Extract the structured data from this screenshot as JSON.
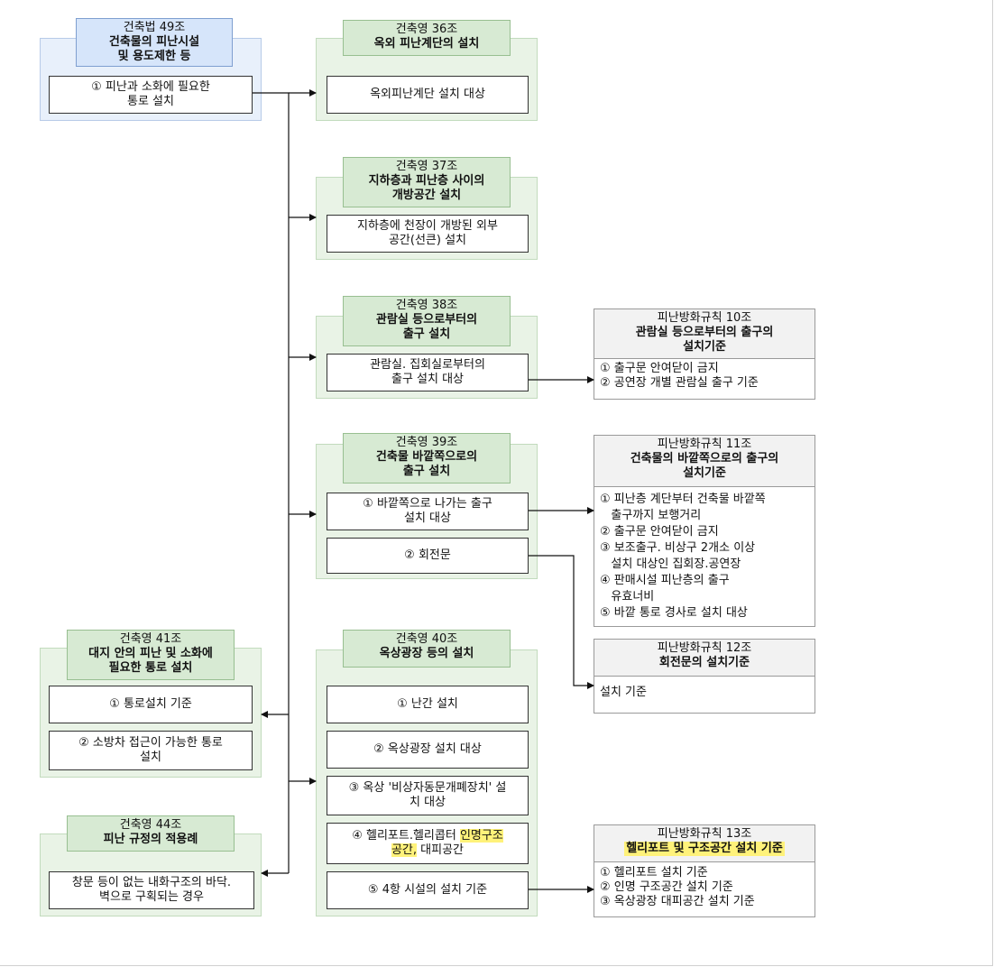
{
  "law49": {
    "ref": "건축법 49조",
    "title_lines": [
      "건축물의 피난시설",
      "및 용도제한 등"
    ],
    "item_lines": [
      "① 피난과 소화에 필요한",
      "통로 설치"
    ]
  },
  "dec36": {
    "ref": "건축영 36조",
    "title_lines": [
      "옥외 피난계단의 설치"
    ],
    "items": [
      [
        "옥외피난계단 설치 대상"
      ]
    ]
  },
  "dec37": {
    "ref": "건축영 37조",
    "title_lines": [
      "지하층과 피난층 사이의",
      "개방공간 설치"
    ],
    "items": [
      [
        "지하층에 천장이 개방된 외부",
        "공간(선큰) 설치"
      ]
    ]
  },
  "dec38": {
    "ref": "건축영 38조",
    "title_lines": [
      "관람실 등으로부터의",
      "출구 설치"
    ],
    "items": [
      [
        "관람실. 집회실로부터의",
        "출구 설치 대상"
      ]
    ]
  },
  "dec39": {
    "ref": "건축영 39조",
    "title_lines": [
      "건축물 바깥쪽으로의",
      "출구 설치"
    ],
    "items": [
      [
        "① 바깥쪽으로 나가는 출구",
        "설치 대상"
      ],
      [
        "② 회전문"
      ]
    ]
  },
  "dec40": {
    "ref": "건축영 40조",
    "title_lines": [
      "옥상광장 등의 설치"
    ],
    "items": [
      [
        "① 난간 설치"
      ],
      [
        "② 옥상광장 설치 대상"
      ],
      [
        "③ 옥상 '비상자동문개폐장치' 설",
        "치 대상"
      ],
      [
        "⑤ 4항 시설의 설치 기준"
      ]
    ],
    "item4": {
      "a": "④ 헬리포트.헬리콥터 ",
      "b": "인명구조",
      "c": "공간,",
      "d": " 대피공간"
    }
  },
  "dec41": {
    "ref": "건축영 41조",
    "title_lines": [
      "대지 안의 피난 및 소화에",
      "필요한 통로 설치"
    ],
    "items": [
      [
        "① 통로설치 기준"
      ],
      [
        "② 소방차 접근이 가능한 통로",
        "설치"
      ]
    ]
  },
  "dec44": {
    "ref": "건축영 44조",
    "title_lines": [
      "피난 규정의 적용례"
    ],
    "items": [
      [
        "창문 등이 없는 내화구조의 바닥.",
        "벽으로 구획되는 경우"
      ]
    ]
  },
  "rule10": {
    "ref": "피난방화규칙 10조",
    "title_lines": [
      "관람실 등으로부터의 출구의",
      "설치기준"
    ],
    "lines": [
      "① 출구문 안여닫이 금지",
      "② 공연장 개별 관람실 출구 기준"
    ]
  },
  "rule11": {
    "ref": "피난방화규칙 11조",
    "title_lines": [
      "건축물의 바깥쪽으로의 출구의",
      "설치기준"
    ],
    "lines": [
      "① 피난층 계단부터 건축물 바깥쪽",
      "   출구까지 보행거리",
      "② 출구문 안여닫이 금지",
      "③ 보조출구. 비상구 2개소 이상",
      "   설치 대상인 집회장.공연장",
      "④ 판매시설 피난층의 출구",
      "   유효너비",
      "⑤ 바깥 통로 경사로 설치 대상"
    ]
  },
  "rule12": {
    "ref": "피난방화규칙 12조",
    "title_lines": [
      "회전문의 설치기준"
    ],
    "lines": [
      "설치 기준"
    ]
  },
  "rule13": {
    "ref": "피난방화규칙 13조",
    "title_lines": [
      "헬리포트 및 구조공간 설치 기준"
    ],
    "lines": [
      "① 헬리포트 설치 기준",
      "② 인명 구조공간 설치 기준",
      "③ 옥상광장 대피공간 설치 기준"
    ]
  },
  "colors": {
    "blue_group": "#e8f0fb",
    "blue_head": "#d6e5fa",
    "green_group": "#e9f3e6",
    "green_head": "#d7ead3",
    "gray_head": "#f2f2f2",
    "highlight": "#fff27a"
  }
}
